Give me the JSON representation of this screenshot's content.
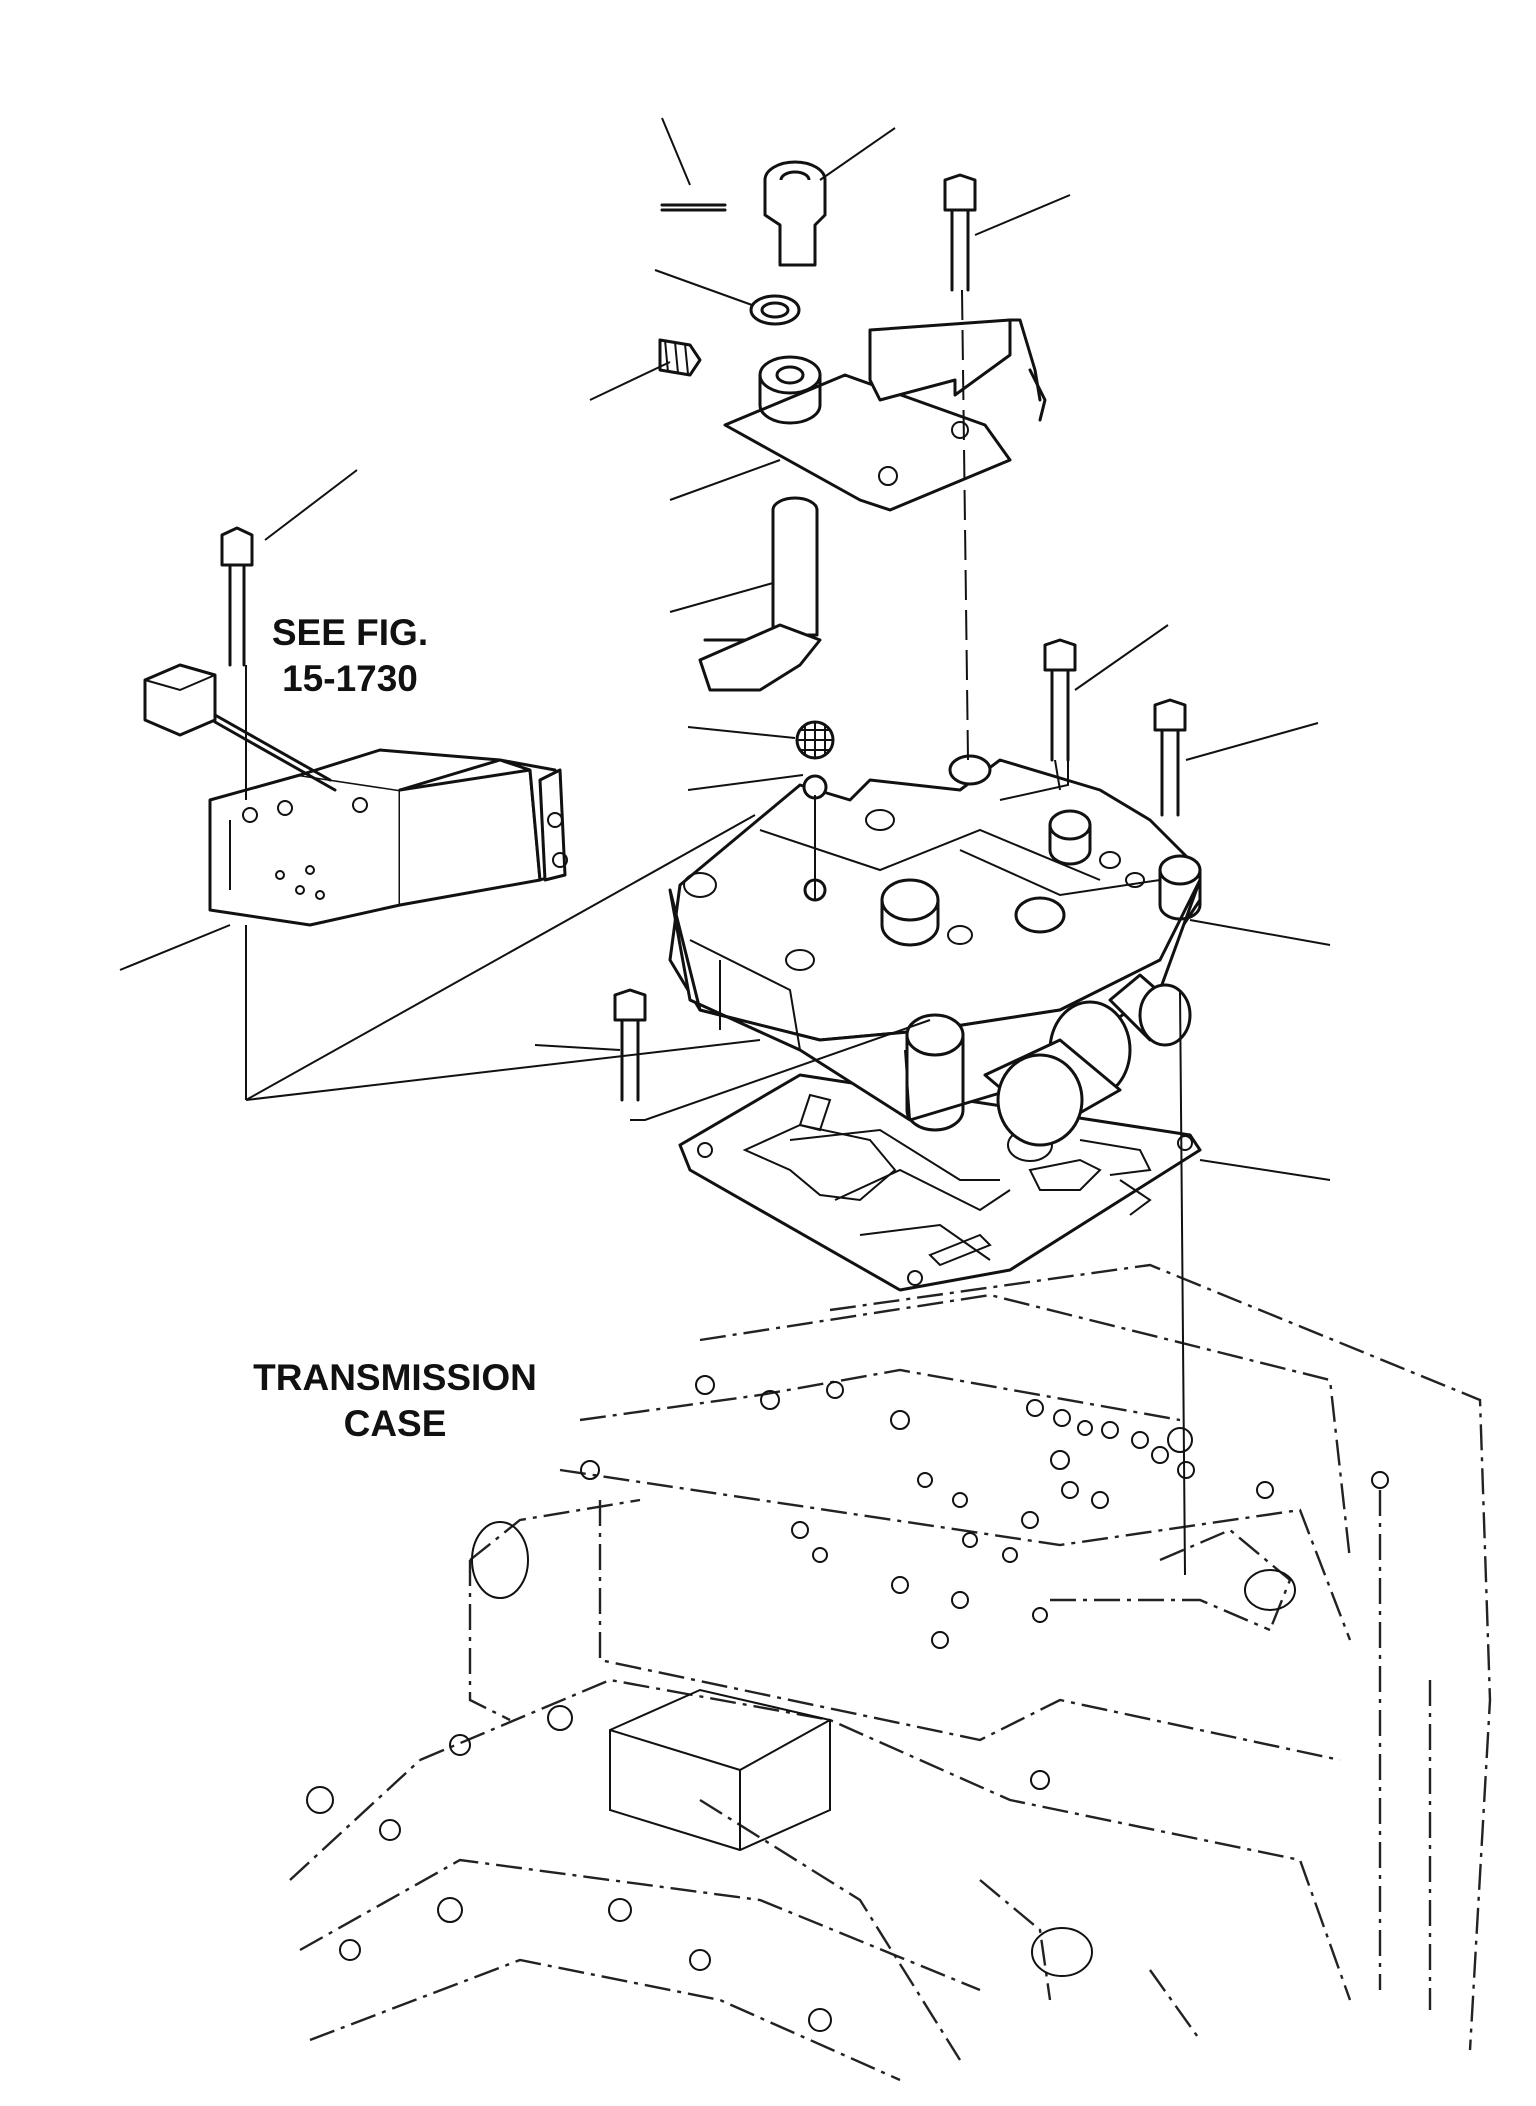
{
  "labels": {
    "see_fig_line1": "SEE FIG.",
    "see_fig_line2": "15-1730",
    "case_line1": "TRANSMISSION",
    "case_line2": "CASE"
  },
  "colors": {
    "ink": "#111111",
    "paper": "#ffffff"
  }
}
